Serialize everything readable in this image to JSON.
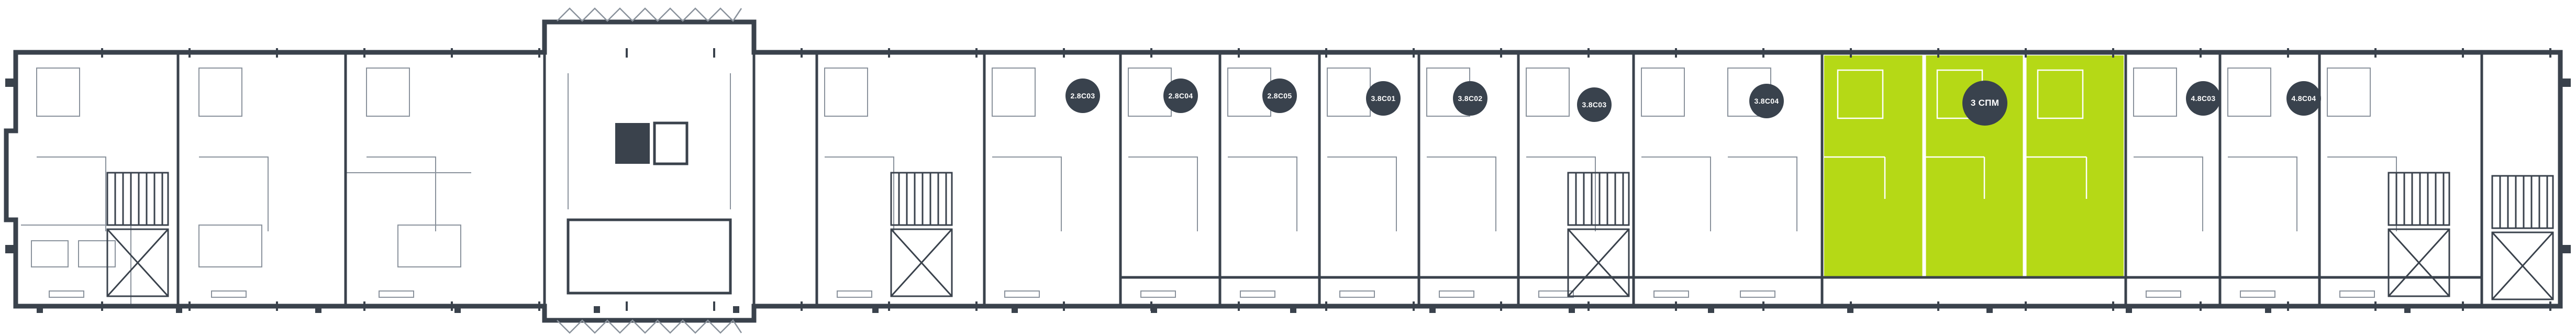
{
  "colors": {
    "wall": "#3a424c",
    "line": "#8a929c",
    "highlight": "#b5d916",
    "badge-bg": "#39424d",
    "badge-text": "#ffffff",
    "background": "#ffffff"
  },
  "units": [
    {
      "label": "2.8С03"
    },
    {
      "label": "2.8С04"
    },
    {
      "label": "2.8С05"
    },
    {
      "label": "3.8С01"
    },
    {
      "label": "3.8С02"
    },
    {
      "label": "3.8С03"
    },
    {
      "label": "3.8С04"
    },
    {
      "label": "3 СПМ",
      "selected": true
    },
    {
      "label": "4.8С03"
    },
    {
      "label": "4.8С04"
    }
  ]
}
